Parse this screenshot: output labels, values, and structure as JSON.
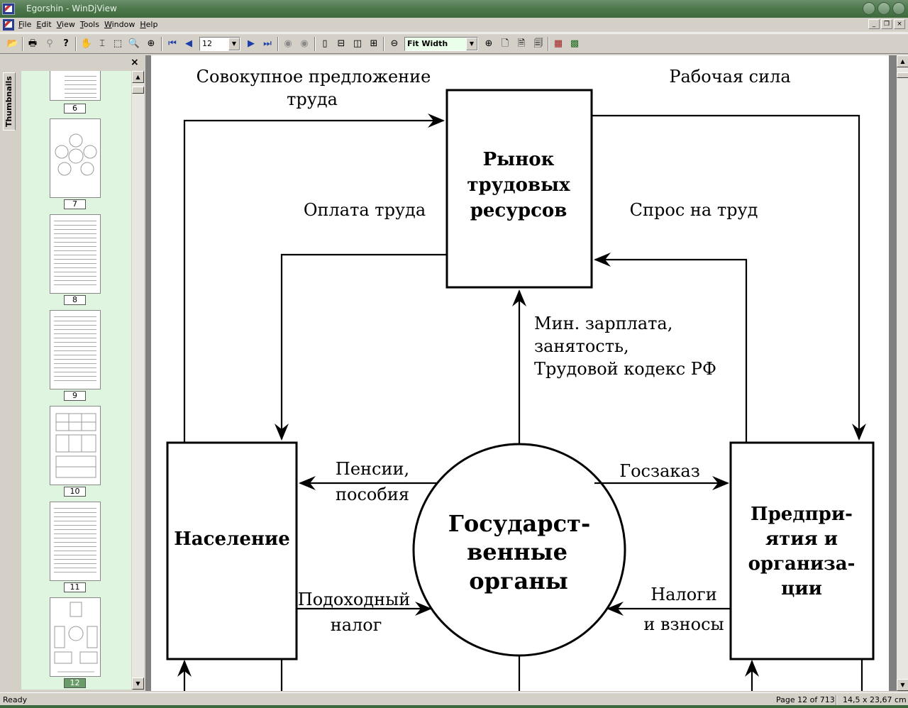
{
  "window": {
    "title": "Egorshin - WinDjView"
  },
  "menu": {
    "items": [
      "File",
      "Edit",
      "View",
      "Tools",
      "Window",
      "Help"
    ]
  },
  "toolbar": {
    "page_value": "12",
    "zoom_value": "Fit Width"
  },
  "sidebar": {
    "tab_label": "Thumbnails",
    "close_label": "×",
    "pages": [
      "6",
      "7",
      "8",
      "9",
      "10",
      "11",
      "12"
    ],
    "active_page": "12"
  },
  "diagram": {
    "supply_label_1": "Совокупное предложение",
    "supply_label_2": "труда",
    "workforce_label": "Рабочая сила",
    "market_1": "Рынок",
    "market_2": "трудовых",
    "market_3": "ресурсов",
    "wage_label": "Оплата труда",
    "demand_label": "Спрос на труд",
    "min_wage_1": "Мин. зарплата,",
    "min_wage_2": "занятость,",
    "min_wage_3": "Трудовой кодекс РФ",
    "population": "Население",
    "pensions_1": "Пенсии,",
    "pensions_2": "пособия",
    "state_order": "Госзаказ",
    "gov_1": "Государст-",
    "gov_2": "венные",
    "gov_3": "органы",
    "ent_1": "Предпри-",
    "ent_2": "ятия и",
    "ent_3": "организа-",
    "ent_4": "ции",
    "income_tax_1": "Подоходный",
    "income_tax_2": "налог",
    "taxes_1": "Налоги",
    "taxes_2": "и взносы"
  },
  "status": {
    "left": "Ready",
    "page_info": "Page 12 of 713",
    "size_info": "14,5 x 23,67 cm"
  }
}
